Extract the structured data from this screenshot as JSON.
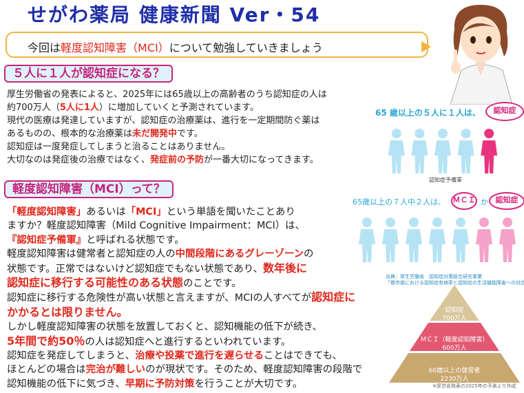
{
  "header": {
    "title": "せがわ薬局 健康新聞 Ver・54"
  },
  "speech": {
    "pre": "今回は",
    "highlight": "軽度認知障害（MCI）",
    "post": "について勉強していきましょう"
  },
  "section1": {
    "heading": "５人に１人が認知症になる？",
    "lines": [
      [
        "厚生労働省の発表によると、2025年には65歳以上の高齢者のうち認知症の人は"
      ],
      [
        "約700万人（",
        {
          "r": "5人に1人"
        },
        "）に増加していくと予測されています。"
      ],
      [
        "現代の医療は発達していますが、認知症の治療薬は、進行を一定期間防ぐ薬は"
      ],
      [
        "あるものの、根本的な治療薬は",
        {
          "r": "未だ開発中"
        },
        "です。"
      ],
      [
        "認知症は一度発症してしまうと治ることはありません。"
      ],
      [
        "大切なのは発症後の治療ではなく、",
        {
          "r": "発症前の予防"
        },
        "が一番大切になってきます。"
      ]
    ]
  },
  "section2": {
    "heading": "軽度認知障害（MCI）って？",
    "lines": [
      [
        {
          "r": "「軽度認知障害」"
        },
        "あるいは",
        {
          "r": "「MCI」"
        },
        "という単語を聞いたことあり"
      ],
      [
        "ますか？軽度認知障害（Mild Cognitive Impairment：MCI）は、"
      ],
      [
        {
          "r": "『認知症予備軍』"
        },
        "と呼ばれる状態です。"
      ],
      [
        "軽度認知障害は健常者と認知症の人の",
        {
          "r": "中間段階にあるグレーゾーン"
        },
        "の"
      ],
      [
        "状態です。正常ではないけど認知症でもない状態であり、",
        {
          "L": "数年後に"
        }
      ],
      [
        {
          "L": "認知症に移行する可能性のある状態"
        },
        "のことです。"
      ],
      [
        "認知症に移行する危険性が高い状態と言えますが、MCIの人すべてが",
        {
          "L": "認知症に"
        }
      ],
      [
        {
          "L": "かかるとは限りません。"
        }
      ],
      [
        "しかし軽度認知障害の状態を放置しておくと、認知機能の低下が続き、"
      ],
      [
        {
          "L": "5年間で約50％"
        },
        "の人は認知症へと進行するといわれています。"
      ],
      [
        "認知症を発症してしまうと、",
        {
          "r": "治療や投薬で進行を遅らせる"
        },
        "ことはできても、"
      ],
      [
        "ほとんどの場合は",
        {
          "r": "完治が難しい"
        },
        "のが現状です。そのため、軽度認知障害の段階で"
      ],
      [
        "認知機能の低下に気づき、",
        {
          "r": "早期に予防対策"
        },
        "を行うことが大切です。"
      ]
    ]
  },
  "stat1": {
    "caption": "65 歳以上の５人に１人は、",
    "badge": "認知症",
    "sublabel": "認知症予備軍",
    "figures": 5,
    "highlighted": 1,
    "colors": {
      "base": "#b5e3f4",
      "highlight": "#e8347e"
    }
  },
  "stat2": {
    "caption": "65歳以上の７人中２人は、",
    "badge1": "ＭＣＩ",
    "ka": "か",
    "badge2": "認知症",
    "figures": 7,
    "highlighted": 2,
    "colors": {
      "base": "#b5e3f4",
      "highlight": "#f4a3c8"
    }
  },
  "source": {
    "line1": "出典：厚生労働省　認知症対策総合研究事業",
    "line2": "「都市部における認知症有病率と認知症の生活機能障害への対応」"
  },
  "pyramid": {
    "tiers": [
      {
        "label": "認知症",
        "value": "700万人",
        "color": "#d8c59a"
      },
      {
        "label": "ＭＣＩ（軽度認知障害）",
        "value": "600万人",
        "color": "#e25870"
      },
      {
        "label": "60歳以上の健常者",
        "value": "2230万人",
        "color": "#c9a870"
      }
    ],
    "note": "※厚労省発表の2025年の予測より作成"
  }
}
